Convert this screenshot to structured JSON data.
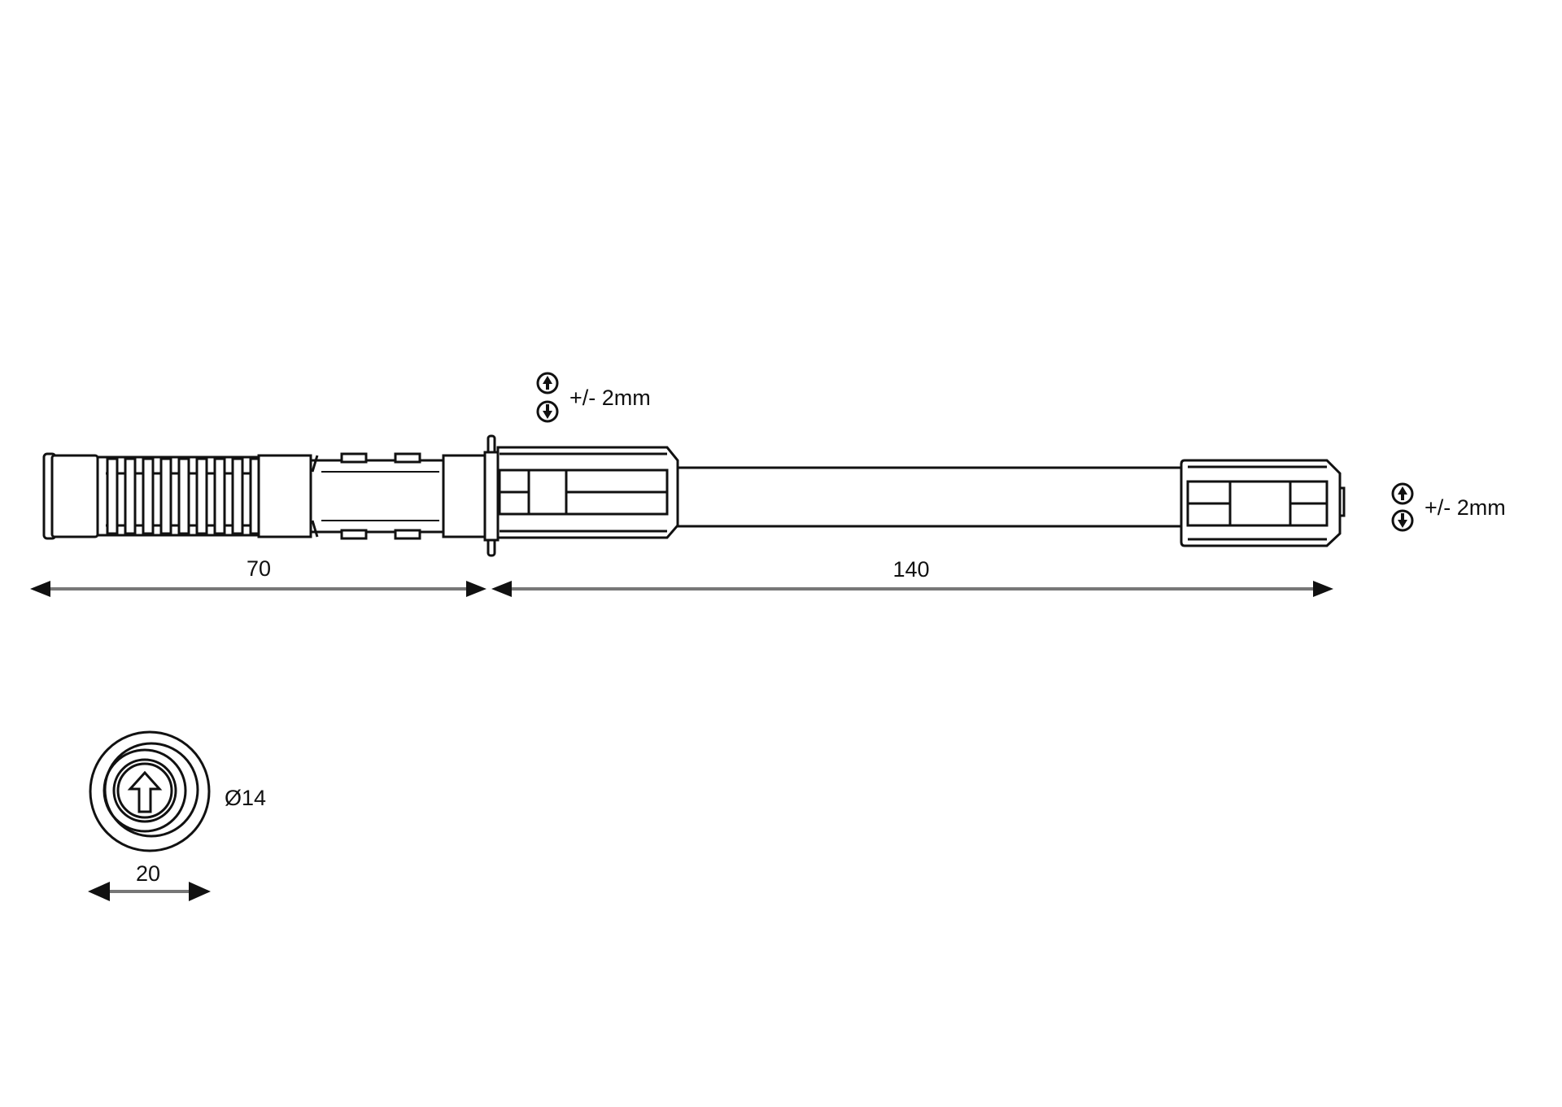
{
  "title": "Adjustable push-fit extension technical drawing",
  "dimensions": {
    "front_length": "70",
    "rear_length": "140",
    "outer_width": "20",
    "diameter": "Ø14"
  },
  "tolerances": {
    "flange_adjust": "+/- 2mm",
    "end_adjust": "+/- 2mm"
  }
}
